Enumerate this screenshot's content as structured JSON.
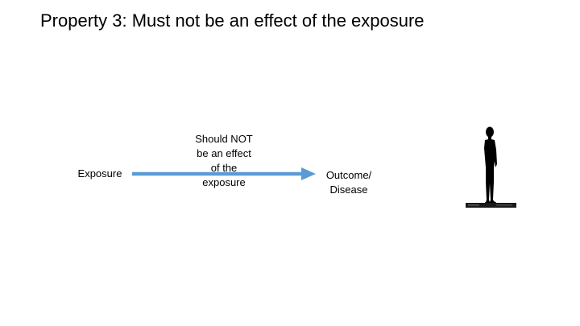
{
  "slide": {
    "title": "Property 3: Must not be an effect of the exposure"
  },
  "diagram": {
    "exposure_label": "Exposure",
    "outcome_label": "Outcome/ Disease",
    "arrow_label": "Should NOT be an effect of the exposure",
    "arrow_color": "#5B9BD5"
  },
  "image": {
    "icon": "person-silhouette-icon"
  }
}
